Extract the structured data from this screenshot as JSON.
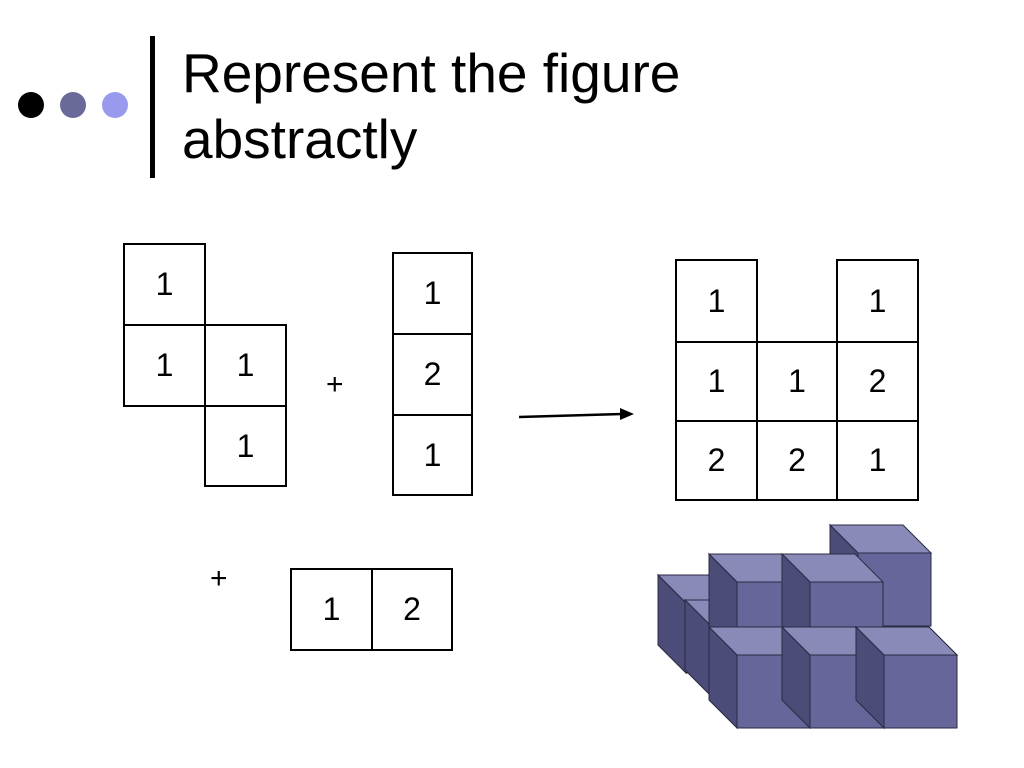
{
  "title": {
    "line1": "Represent the figure",
    "line2": "abstractly"
  },
  "colors": {
    "dot1": "#000000",
    "dot2": "#6a6a9a",
    "dot3": "#9999ee",
    "rule": "#000000",
    "cube_front": "#66669a",
    "cube_top": "#8a8ab8",
    "cube_side": "#4c4c78"
  },
  "pieces": {
    "piece_a": [
      "1",
      "1",
      "1",
      "1"
    ],
    "piece_b": [
      "1",
      "2",
      "1"
    ],
    "piece_c": [
      "1",
      "2"
    ],
    "result": [
      "1",
      "1",
      "1",
      "1",
      "2",
      "2",
      "2",
      "1"
    ]
  },
  "operators": {
    "plus1": "+",
    "plus2": "+"
  }
}
